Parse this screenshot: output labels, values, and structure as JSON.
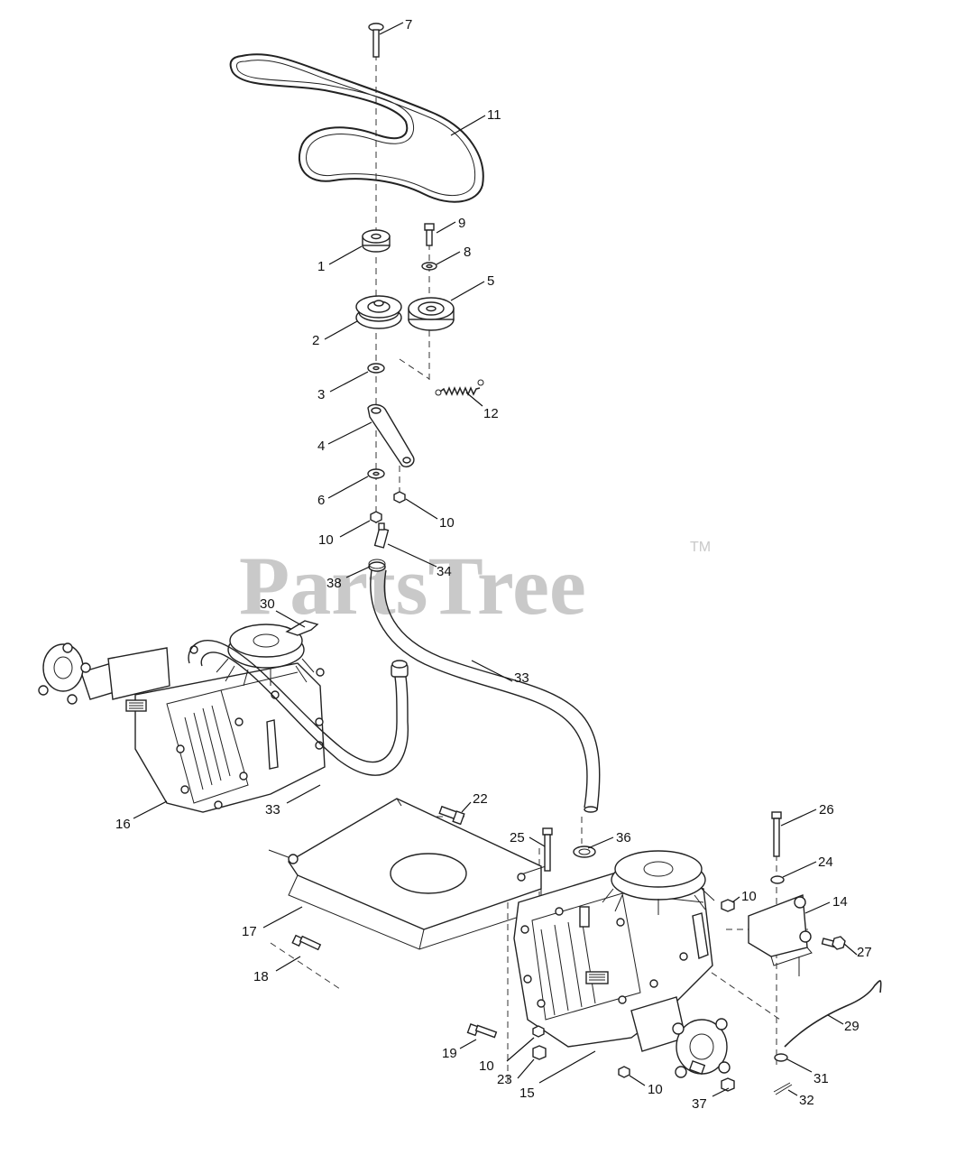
{
  "watermark": {
    "brand": "PartsTree",
    "trademark": "TM"
  },
  "callouts": [
    {
      "label": "7"
    },
    {
      "label": "11"
    },
    {
      "label": "9"
    },
    {
      "label": "1"
    },
    {
      "label": "8"
    },
    {
      "label": "5"
    },
    {
      "label": "2"
    },
    {
      "label": "3"
    },
    {
      "label": "12"
    },
    {
      "label": "4"
    },
    {
      "label": "6"
    },
    {
      "label": "10"
    },
    {
      "label": "10"
    },
    {
      "label": "34"
    },
    {
      "label": "38"
    },
    {
      "label": "30"
    },
    {
      "label": "33"
    },
    {
      "label": "33"
    },
    {
      "label": "16"
    },
    {
      "label": "22"
    },
    {
      "label": "25"
    },
    {
      "label": "36"
    },
    {
      "label": "26"
    },
    {
      "label": "24"
    },
    {
      "label": "10"
    },
    {
      "label": "14"
    },
    {
      "label": "17"
    },
    {
      "label": "27"
    },
    {
      "label": "18"
    },
    {
      "label": "29"
    },
    {
      "label": "19"
    },
    {
      "label": "10"
    },
    {
      "label": "23"
    },
    {
      "label": "15"
    },
    {
      "label": "10"
    },
    {
      "label": "31"
    },
    {
      "label": "37"
    },
    {
      "label": "32"
    }
  ]
}
